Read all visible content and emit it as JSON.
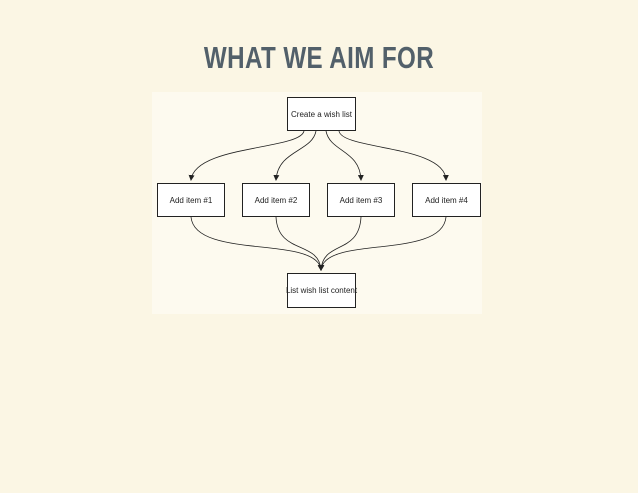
{
  "slide": {
    "title": "WHAT WE AIM FOR",
    "title_color": "#52606a",
    "background": "#fbf6e4"
  },
  "diagram": {
    "nodes": [
      {
        "id": "create",
        "label": "Create a wish list"
      },
      {
        "id": "item1",
        "label": "Add item #1"
      },
      {
        "id": "item2",
        "label": "Add item #2"
      },
      {
        "id": "item3",
        "label": "Add item #3"
      },
      {
        "id": "item4",
        "label": "Add item #4"
      },
      {
        "id": "list",
        "label": "List wish list content"
      }
    ],
    "edges": [
      {
        "from": "create",
        "to": "item1"
      },
      {
        "from": "create",
        "to": "item2"
      },
      {
        "from": "create",
        "to": "item3"
      },
      {
        "from": "create",
        "to": "item4"
      },
      {
        "from": "item1",
        "to": "list"
      },
      {
        "from": "item2",
        "to": "list"
      },
      {
        "from": "item3",
        "to": "list"
      },
      {
        "from": "item4",
        "to": "list"
      }
    ],
    "line_color": "#222222"
  }
}
